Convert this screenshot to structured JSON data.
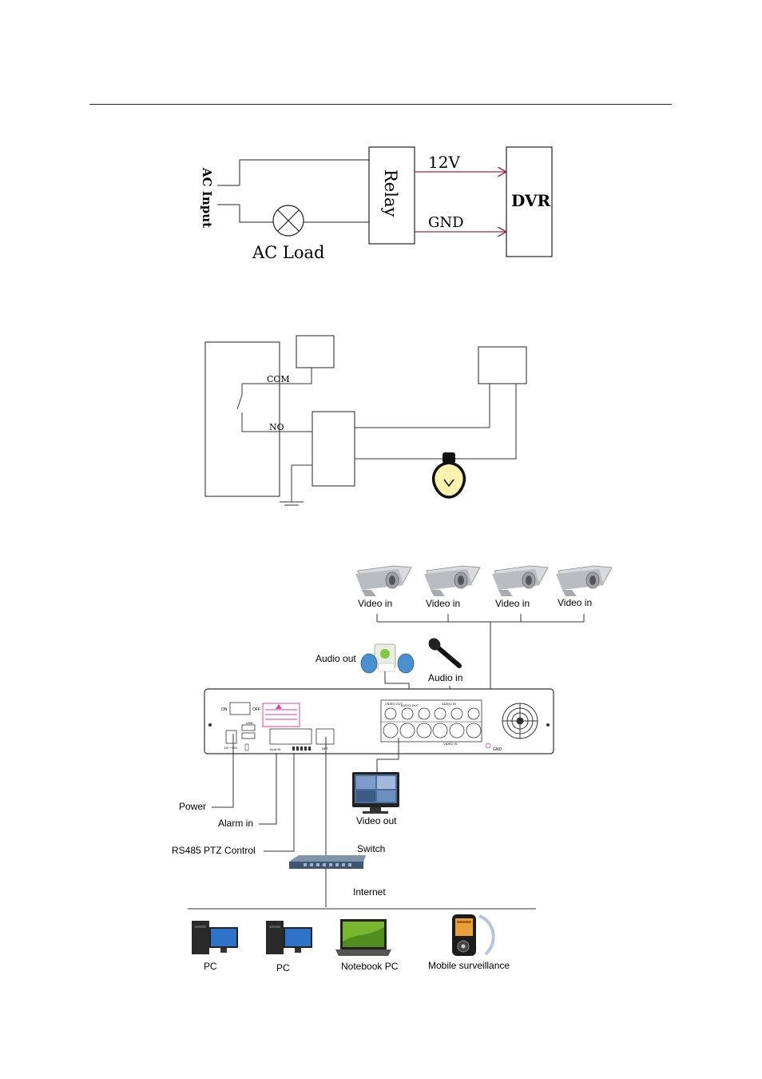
{
  "relay_diagram": {
    "ac_input_label": "AC Input",
    "ac_load_label": "AC Load",
    "relay_label": "Relay",
    "voltage_label": "12V",
    "ground_label": "GND",
    "dvr_label": "DVR"
  },
  "alarm_output_diagram": {
    "com_label": "COM",
    "no_label": "NO"
  },
  "connection_diagram": {
    "cameras": [
      "Video in",
      "Video in",
      "Video in",
      "Video in"
    ],
    "audio_out_label": "Audio out",
    "audio_in_label": "Audio in",
    "panel_labels": {
      "on": "ON",
      "off": "OFF",
      "usb": "USB",
      "dc": "DC +12V",
      "net": "NET",
      "gnd": "GND",
      "video_out": "VIDEO OUT",
      "video_in": "VIDEO IN",
      "audio_in": "AUDIO IN",
      "audio_out": "AUDIO OUT"
    },
    "power_label": "Power",
    "alarm_in_label": "Alarm in",
    "rs485_label": "RS485 PTZ Control",
    "video_out_label": "Video out",
    "switch_label": "Switch",
    "internet_label": "Internet",
    "clients": [
      "PC",
      "PC",
      "Notebook PC",
      "Mobile surveillance"
    ]
  },
  "colors": {
    "relay_signal_line": "#9a2a3a",
    "warning_sticker": "#e040a0",
    "bulb_fill": "#fff3b0"
  }
}
